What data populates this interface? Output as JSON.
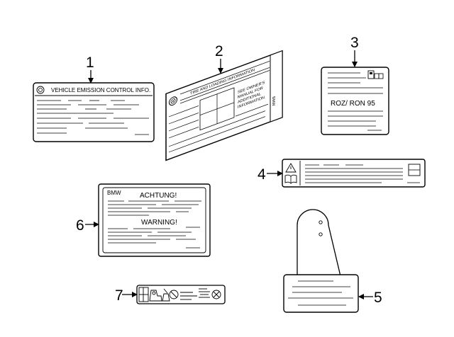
{
  "callouts": [
    "1",
    "2",
    "3",
    "4",
    "5",
    "6",
    "7"
  ],
  "label1": {
    "title": "VEHICLE EMISSION CONTROL INFO."
  },
  "label2": {
    "brand": "BMW",
    "header": "TIRE AND LOADING INFORMATION",
    "note": [
      "SEE OWNER'S",
      "MANUAL FOR",
      "ADDITIONAL",
      "INFORMATION"
    ]
  },
  "label3": {
    "text": "ROZ/ RON 95"
  },
  "label6": {
    "brand": "BMW",
    "heading1": "ACHTUNG!",
    "heading2": "WARNING!"
  },
  "icons": {
    "label1": "circle-icon",
    "label2": "tire-valve-icon",
    "label3": "fuel-pump-icon",
    "label3b": "manual-book-icon",
    "label4": "warning-triangle-icon",
    "label4b": "manual-book-icon",
    "label7": "airbag-child-seat-warning-icons"
  }
}
